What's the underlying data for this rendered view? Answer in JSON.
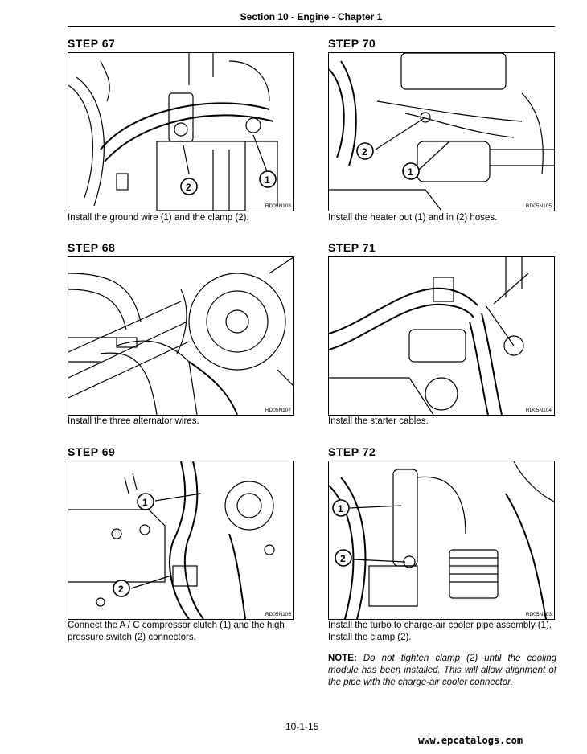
{
  "header": {
    "title": "Section 10 - Engine - Chapter 1"
  },
  "steps": [
    {
      "label": "STEP  67",
      "figure_id": "RD05N108",
      "callouts": [
        "1",
        "2"
      ],
      "caption": "Install the ground wire (1) and the clamp (2)."
    },
    {
      "label": "STEP  70",
      "figure_id": "RD05N105",
      "callouts": [
        "1",
        "2"
      ],
      "caption": "Install the heater out (1) and in (2) hoses."
    },
    {
      "label": "STEP  68",
      "figure_id": "RD05N107",
      "callouts": [],
      "caption": "Install the three alternator wires."
    },
    {
      "label": "STEP  71",
      "figure_id": "RD05N104",
      "callouts": [],
      "caption": "Install the starter cables."
    },
    {
      "label": "STEP  69",
      "figure_id": "RD05N106",
      "callouts": [
        "1",
        "2"
      ],
      "caption": "Connect the A / C compressor clutch (1) and the high pressure switch (2) connectors."
    },
    {
      "label": "STEP  72",
      "figure_id": "RD05N103",
      "callouts": [
        "1",
        "2"
      ],
      "caption": "Install the turbo to charge-air cooler pipe assembly (1). Install the clamp (2)."
    }
  ],
  "note": {
    "label": "NOTE:",
    "text": "Do not tighten clamp (2) until the cooling module has been installed. This will allow alignment of the pipe with the charge-air cooler connector."
  },
  "footer": {
    "page": "10-1-15",
    "url": "www.epcatalogs.com"
  }
}
